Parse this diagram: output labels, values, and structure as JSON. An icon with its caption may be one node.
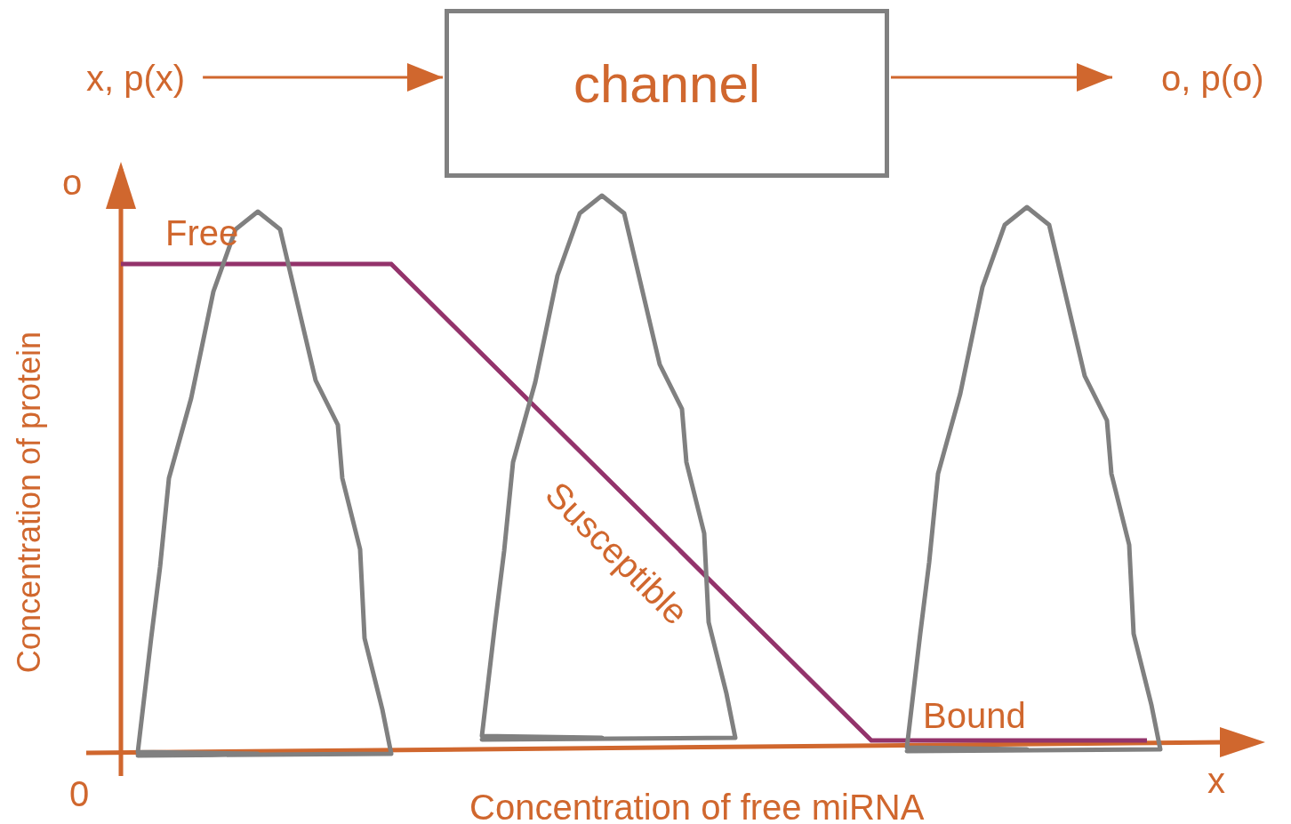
{
  "diagram": {
    "nodes": [
      {
        "text": [
          "x, p(x)"
        ]
      },
      {
        "text": [
          "channel"
        ]
      },
      {
        "text": [
          "o, p(o)"
        ]
      }
    ],
    "edges": [
      {
        "from": 0,
        "to": 1,
        "arrow": "to"
      },
      {
        "from": 1,
        "to": 2,
        "arrow": "to"
      }
    ],
    "labels": [
      "o",
      "Free",
      "Susceptible",
      "Concentration of protein",
      "Bound",
      "0",
      "x",
      "Concentration of free miRNA"
    ]
  }
}
